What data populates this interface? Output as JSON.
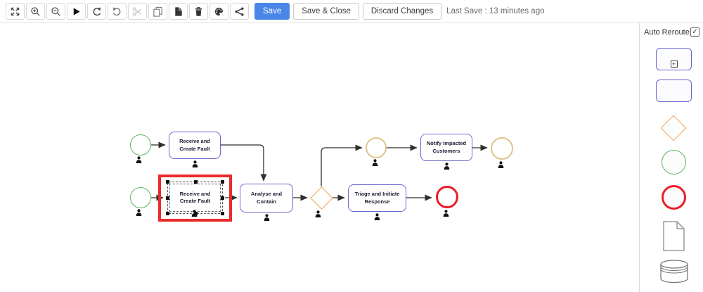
{
  "toolbar": {
    "icon_buttons": [
      {
        "name": "fit-view"
      },
      {
        "name": "zoom-in"
      },
      {
        "name": "zoom-out"
      },
      {
        "name": "run"
      },
      {
        "name": "undo"
      },
      {
        "name": "redo"
      },
      {
        "name": "cut"
      },
      {
        "name": "copy"
      },
      {
        "name": "paste"
      },
      {
        "name": "delete"
      },
      {
        "name": "style-palette"
      },
      {
        "name": "share"
      }
    ],
    "save_label": "Save",
    "save_close_label": "Save & Close",
    "discard_label": "Discard Changes",
    "last_save_text": "Last Save : 13 minutes ago"
  },
  "sidebar": {
    "auto_reroute_label": "Auto Reroute",
    "auto_reroute_checked": true,
    "check_icon": "✓",
    "plus_icon": "+",
    "palette_items": [
      "subprocess",
      "task",
      "gateway",
      "start-event",
      "end-event",
      "document",
      "data-store"
    ]
  },
  "diagram": {
    "tasks": [
      {
        "id": "task-receive-1",
        "label": "Receive and\nCreate Fault"
      },
      {
        "id": "task-receive-2",
        "label": "Receive and\nCreate Fault",
        "selected": true
      },
      {
        "id": "task-analyse",
        "label": "Analyse and\nContain"
      },
      {
        "id": "task-notify",
        "label": "Notify Impacted\nCustomers"
      },
      {
        "id": "task-triage",
        "label": "Triage and Initiate\nResponse"
      }
    ],
    "events": [
      {
        "id": "start-1",
        "type": "start"
      },
      {
        "id": "start-2",
        "type": "start"
      },
      {
        "id": "intermediate-1",
        "type": "intermediate"
      },
      {
        "id": "intermediate-2",
        "type": "intermediate"
      },
      {
        "id": "end-1",
        "type": "end"
      }
    ],
    "gateways": [
      {
        "id": "gateway-1"
      }
    ]
  },
  "colors": {
    "accent_blue": "#4a86e8",
    "task_border": "#6767cf",
    "start_event_green": "#5cb660",
    "intermediate_event_tan": "#dfc389",
    "gateway_orange": "#f0a658",
    "end_event_red": "#ec1c24",
    "selection_red": "#e92b2b"
  }
}
